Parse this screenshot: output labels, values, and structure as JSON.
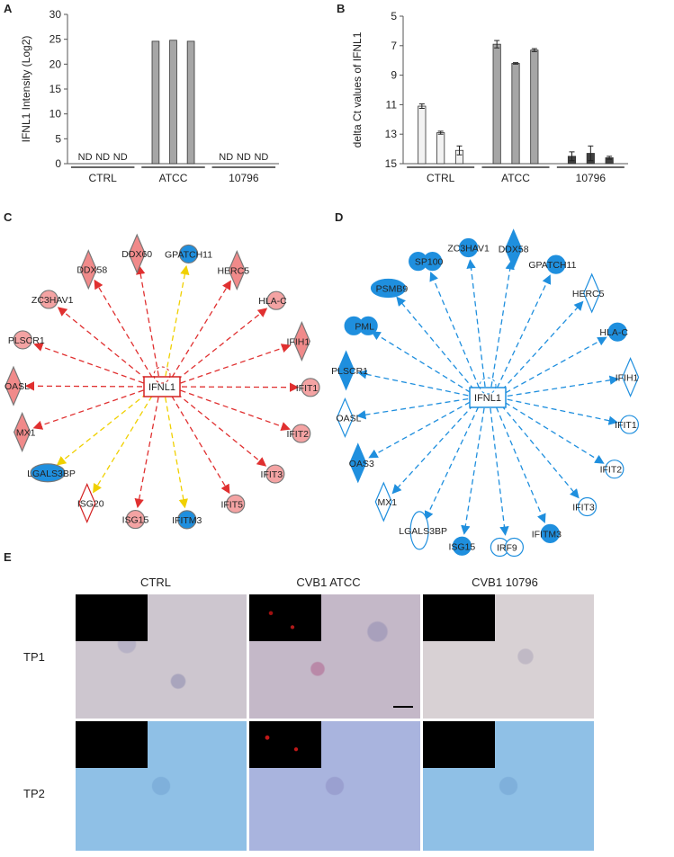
{
  "panels": {
    "A": "A",
    "B": "B",
    "C": "C",
    "D": "D",
    "E": "E"
  },
  "chart_data": [
    {
      "panel": "A",
      "type": "bar",
      "ylabel": "IFNL1 Intensity (Log2)",
      "ylim": [
        0,
        30
      ],
      "yticks": [
        0,
        5,
        10,
        15,
        20,
        25,
        30
      ],
      "groups": [
        "CTRL",
        "ATCC",
        "10796"
      ],
      "values": [
        0,
        0,
        0,
        24.6,
        24.8,
        24.6,
        0,
        0,
        0
      ],
      "bar_labels": [
        "ND",
        "ND",
        "ND",
        "",
        "",
        "",
        "ND",
        "ND",
        "ND"
      ],
      "bar_color": "#a6a6a6",
      "grid": false
    },
    {
      "panel": "B",
      "type": "bar",
      "ylabel": "delta Ct values of IFNL1",
      "ylim": [
        5,
        15
      ],
      "yaxis_inverted": true,
      "yticks": [
        5,
        7,
        9,
        11,
        13,
        15
      ],
      "groups": [
        "CTRL",
        "ATCC",
        "10796"
      ],
      "values": [
        11.1,
        12.9,
        14.1,
        6.9,
        8.2,
        7.3,
        14.5,
        14.3,
        14.6
      ],
      "errors": [
        0.15,
        0.1,
        0.3,
        0.25,
        0.05,
        0.1,
        0.3,
        0.5,
        0.1
      ],
      "colors": [
        "#f2f2f2",
        "#f2f2f2",
        "#f2f2f2",
        "#a6a6a6",
        "#a6a6a6",
        "#a6a6a6",
        "#404040",
        "#404040",
        "#404040"
      ],
      "grid": false
    }
  ],
  "network_c": {
    "center": "IFNL1",
    "nodes": [
      {
        "label": "GPATCH11",
        "shape": "circle",
        "fill": "#1f8fde",
        "edge": "#f0d000"
      },
      {
        "label": "HERC5",
        "shape": "diamond",
        "fill": "#f08a8a",
        "edge": "#e03030"
      },
      {
        "label": "HLA-C",
        "shape": "circle",
        "fill": "#f4a3a3",
        "edge": "#e03030"
      },
      {
        "label": "IFIH1",
        "shape": "diamond",
        "fill": "#f08a8a",
        "edge": "#e03030"
      },
      {
        "label": "IFIT1",
        "shape": "circle",
        "fill": "#f4a3a3",
        "edge": "#e03030"
      },
      {
        "label": "IFIT2",
        "shape": "circle",
        "fill": "#f4a3a3",
        "edge": "#e03030"
      },
      {
        "label": "IFIT3",
        "shape": "circle",
        "fill": "#f4a3a3",
        "edge": "#e03030"
      },
      {
        "label": "IFIT5",
        "shape": "circle",
        "fill": "#f4a3a3",
        "edge": "#e03030"
      },
      {
        "label": "IFITM3",
        "shape": "circle",
        "fill": "#1f8fde",
        "edge": "#f0d000"
      },
      {
        "label": "ISG15",
        "shape": "circle",
        "fill": "#f4a3a3",
        "edge": "#e03030"
      },
      {
        "label": "ISG20",
        "shape": "diamond",
        "fill": "#ffffff",
        "edge": "#f0d000"
      },
      {
        "label": "LGALS3BP",
        "shape": "ellipse",
        "fill": "#1f8fde",
        "edge": "#f0d000"
      },
      {
        "label": "MX1",
        "shape": "diamond",
        "fill": "#f08a8a",
        "edge": "#e03030"
      },
      {
        "label": "OASL",
        "shape": "diamond",
        "fill": "#f08a8a",
        "edge": "#e03030"
      },
      {
        "label": "PLSCR1",
        "shape": "circle",
        "fill": "#f4a3a3",
        "edge": "#e03030"
      },
      {
        "label": "ZC3HAV1",
        "shape": "circle",
        "fill": "#f4a3a3",
        "edge": "#e03030"
      },
      {
        "label": "DDX58",
        "shape": "diamond",
        "fill": "#f08a8a",
        "edge": "#e03030"
      },
      {
        "label": "DDX60",
        "shape": "diamond",
        "fill": "#f08a8a",
        "edge": "#e03030"
      }
    ]
  },
  "network_d": {
    "center": "IFNL1",
    "nodes": [
      {
        "label": "DDX58",
        "shape": "diamond",
        "fill": "#1f8fde"
      },
      {
        "label": "GPATCH11",
        "shape": "circle",
        "fill": "#1f8fde"
      },
      {
        "label": "HERC5",
        "shape": "diamond",
        "fill": "#ffffff"
      },
      {
        "label": "HLA-C",
        "shape": "circle",
        "fill": "#1f8fde"
      },
      {
        "label": "IFIH1",
        "shape": "diamond",
        "fill": "#ffffff"
      },
      {
        "label": "IFIT1",
        "shape": "circle",
        "fill": "#ffffff"
      },
      {
        "label": "IFIT2",
        "shape": "circle",
        "fill": "#ffffff"
      },
      {
        "label": "IFIT3",
        "shape": "circle",
        "fill": "#ffffff"
      },
      {
        "label": "IFITM3",
        "shape": "circle",
        "fill": "#1f8fde"
      },
      {
        "label": "IRF9",
        "shape": "dumbbell",
        "fill": "#ffffff"
      },
      {
        "label": "ISG15",
        "shape": "circle",
        "fill": "#1f8fde"
      },
      {
        "label": "LGALS3BP",
        "shape": "ellipse-v",
        "fill": "#ffffff"
      },
      {
        "label": "MX1",
        "shape": "diamond",
        "fill": "#ffffff"
      },
      {
        "label": "OAS3",
        "shape": "diamond",
        "fill": "#1f8fde"
      },
      {
        "label": "OASL",
        "shape": "diamond",
        "fill": "#ffffff"
      },
      {
        "label": "PLSCR1",
        "shape": "diamond",
        "fill": "#1f8fde"
      },
      {
        "label": "PML",
        "shape": "dumbbell",
        "fill": "#1f8fde"
      },
      {
        "label": "PSMB9",
        "shape": "ellipse",
        "fill": "#1f8fde"
      },
      {
        "label": "SP100",
        "shape": "dumbbell",
        "fill": "#1f8fde"
      },
      {
        "label": "ZC3HAV1",
        "shape": "circle",
        "fill": "#1f8fde"
      }
    ]
  },
  "micrographs": {
    "columns": [
      "CTRL",
      "CVB1 ATCC",
      "CVB1 10796"
    ],
    "rows": [
      "TP1",
      "TP2"
    ]
  }
}
